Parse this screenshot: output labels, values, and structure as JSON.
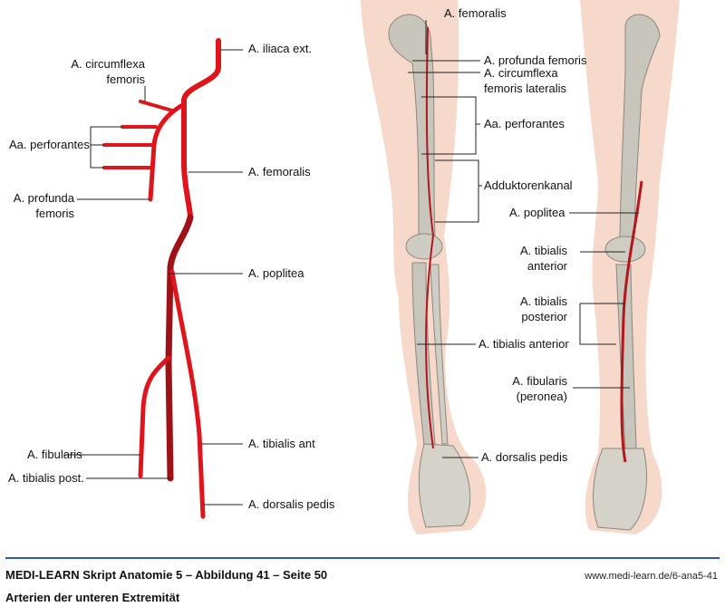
{
  "schematic_labels": {
    "iliaca_ext": "A. iliaca ext.",
    "circumflexa": [
      "A. circumflexa",
      "femoris"
    ],
    "perforantes": "Aa. perforantes",
    "profunda": [
      "A. profunda",
      "femoris"
    ],
    "femoralis": "A. femoralis",
    "poplitea": "A. poplitea",
    "tibialis_ant": "A. tibialis ant",
    "fibularis": "A. fibularis",
    "tibialis_post": "A. tibialis post.",
    "dorsalis_pedis": "A. dorsalis pedis"
  },
  "illustration_labels": {
    "femoralis": "A. femoralis",
    "profunda": "A. profunda femoris",
    "circumflexa": [
      "A. circumflexa",
      "femoris lateralis"
    ],
    "perforantes": "Aa. perforantes",
    "adduktorenkanal": "Adduktorenkanal",
    "poplitea": "A. poplitea",
    "tibialis_anterior_r": [
      "A. tibialis",
      "anterior"
    ],
    "tibialis_posterior": [
      "A. tibialis",
      "posterior"
    ],
    "tibialis_anterior": "A. tibialis anterior",
    "fibularis": [
      "A. fibularis",
      "(peronea)"
    ],
    "dorsalis_pedis": "A. dorsalis pedis"
  },
  "footer": {
    "title": "MEDI-LEARN Skript Anatomie 5 – Abbildung 41 – Seite 50",
    "subtitle": "Arterien der unteren Extremität",
    "url": "www.medi-learn.de/6-ana5-41"
  },
  "colors": {
    "artery": "#e0141b",
    "artery_dark": "#9e1116",
    "rule": "#2a5ca8"
  }
}
